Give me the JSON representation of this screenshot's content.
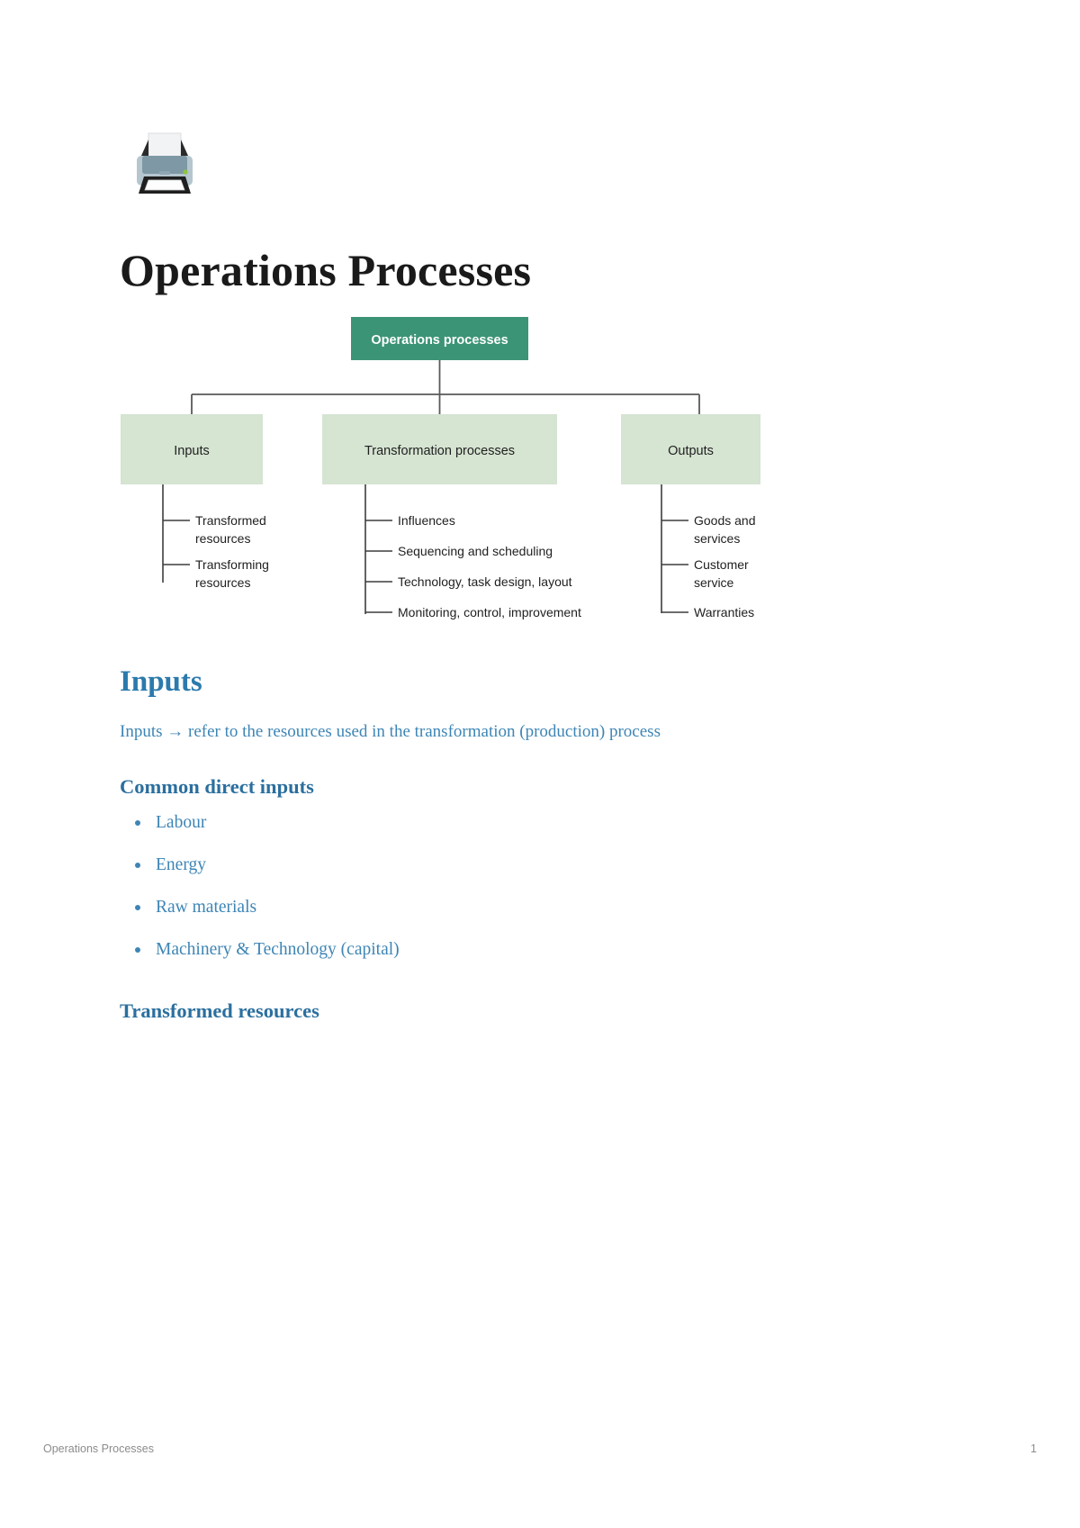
{
  "document": {
    "emoji_icon": "printer-emoji",
    "title": "Operations Processes"
  },
  "diagram": {
    "root": {
      "label": "Operations processes",
      "fill": "#3c9477",
      "text_color": "#ffffff"
    },
    "branch_fill": "#d6e4d2",
    "branch_text_color": "#1f1f1f",
    "line_color": "#5a5a5a",
    "branches": [
      {
        "label": "Inputs",
        "leaves": [
          "Transformed resources",
          "Transforming resources"
        ]
      },
      {
        "label": "Transformation processes",
        "leaves": [
          "Influences",
          "Sequencing and scheduling",
          "Technology, task design, layout",
          "Monitoring, control, improvement"
        ]
      },
      {
        "label": "Outputs",
        "leaves": [
          "Goods and services",
          "Customer service",
          "Warranties"
        ]
      }
    ]
  },
  "content": {
    "heading_inputs": "Inputs",
    "definition": "Inputs → refer to the resources used in the transformation (production) process",
    "heading_common_direct_inputs": "Common direct inputs",
    "bullets": [
      "Labour",
      "Energy",
      "Raw materials",
      "Machinery & Technology (capital)"
    ],
    "heading_transformed_resources": "Transformed resources"
  },
  "footer": {
    "left": "Operations Processes",
    "page_number": "1"
  },
  "colors": {
    "heading_blue": "#2b7aad",
    "body_blue": "#3d85b5",
    "subheading_blue": "#2b6f9e",
    "diagram_root_green": "#3c9477",
    "diagram_branch_green": "#d6e4d2",
    "footer_gray": "#8c8c8c"
  }
}
